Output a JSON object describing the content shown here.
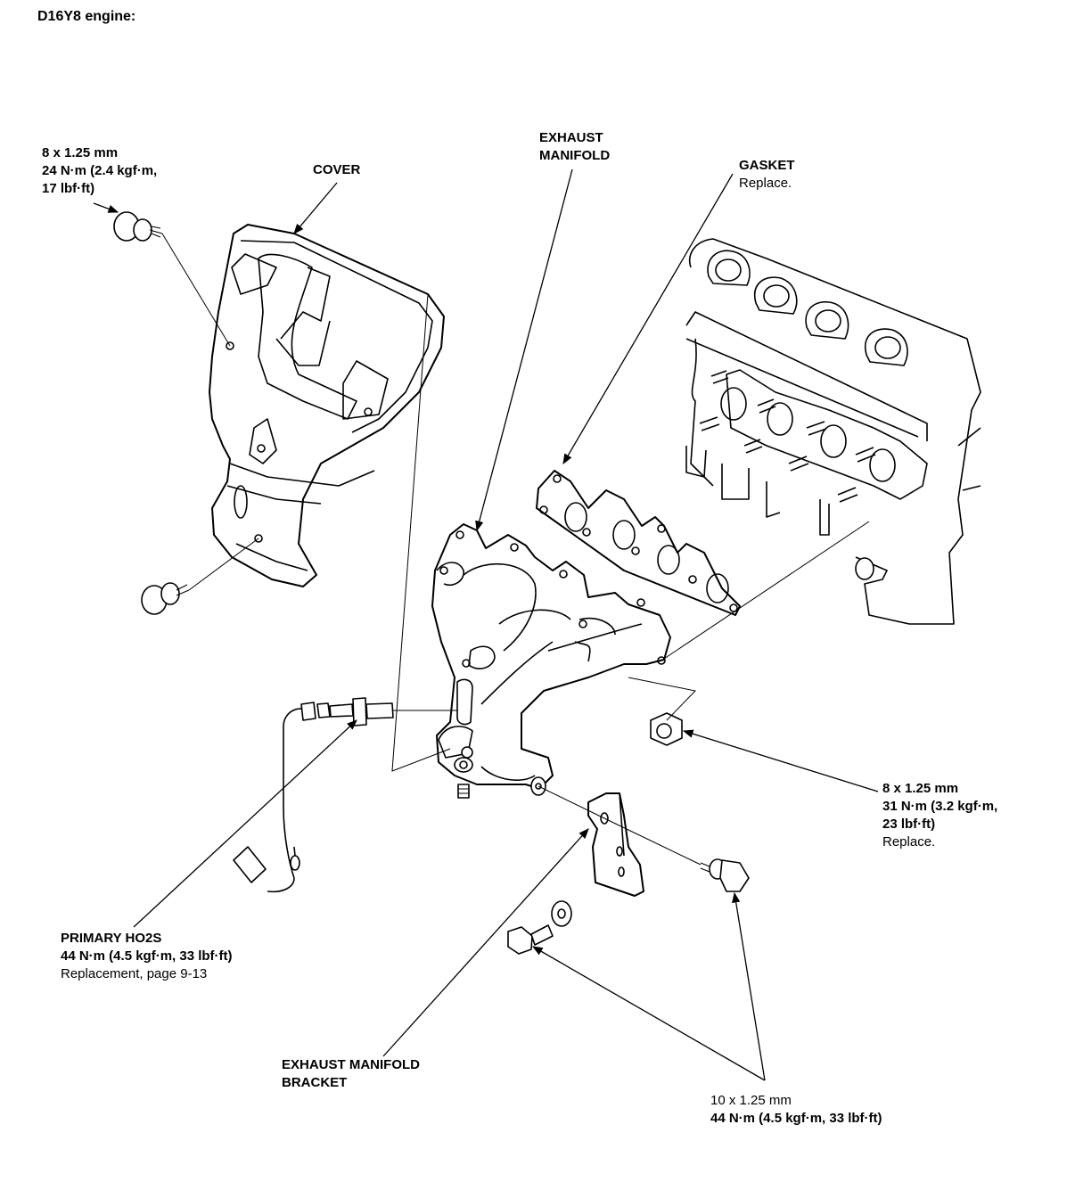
{
  "title": "D16Y8 engine:",
  "labels": {
    "cover_bolt": {
      "line1": "8 x 1.25 mm",
      "line2": "24 N·m (2.4 kgf·m,",
      "line3": "17 lbf·ft)"
    },
    "cover": {
      "line1": "COVER"
    },
    "exhaust_manifold": {
      "line1": "EXHAUST",
      "line2": "MANIFOLD"
    },
    "gasket": {
      "line1": "GASKET",
      "line2": "Replace."
    },
    "manifold_nut": {
      "line1": "8 x 1.25 mm",
      "line2": "31 N·m (3.2 kgf·m,",
      "line3": "23 lbf·ft)",
      "line4": "Replace."
    },
    "primary_ho2s": {
      "line1": "PRIMARY HO2S",
      "line2": "44 N·m (4.5 kgf·m, 33 lbf·ft)",
      "line3": "Replacement, page 9-13"
    },
    "bracket": {
      "line1": "EXHAUST MANIFOLD",
      "line2": "BRACKET"
    },
    "bracket_bolt": {
      "line1": "10 x 1.25 mm",
      "line2": "44 N·m (4.5 kgf·m, 33 lbf·ft)"
    }
  }
}
